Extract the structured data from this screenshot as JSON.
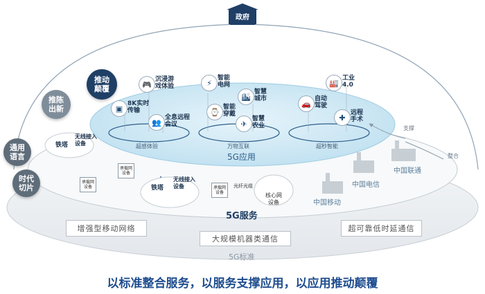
{
  "government": "政府",
  "side_labels": {
    "disrupt": "推动颠覆",
    "renew": "推陈出新",
    "common_lang": "通用语言",
    "era": "时代切片"
  },
  "apps": {
    "vr_game": "沉浸游戏体验",
    "smart_grid": "智能电网",
    "smart_city": "智慧城市",
    "industry40": "工业4.0",
    "video8k": "8K实时传输",
    "holo_meeting": "全息远程会议",
    "smart_wear": "智能穿戴",
    "smart_agri": "智慧农业",
    "auto_drive": "自动驾驶",
    "remote_surgery": "远程手术"
  },
  "rings": {
    "ultra_sense": "超感体验",
    "iot": "万物互联",
    "ultra_fast": "超秒智能"
  },
  "layers": {
    "app": "5G应用",
    "service": "5G服务",
    "standard": "5G标准"
  },
  "service_items": {
    "tower1": "铁塔",
    "wireless1": "无线接入设备",
    "cpe1": "承载网设备",
    "cpe2": "承载网设备",
    "tower2": "铁塔",
    "wireless2": "无线接入设备",
    "cpe3": "承载网设备",
    "fiber": "光纤光缆",
    "core": "核心网设备"
  },
  "operators": {
    "mobile": "中国移动",
    "telecom": "中国电信",
    "unicom": "中国联通"
  },
  "arrows": {
    "support": "支撑",
    "integrate": "整合"
  },
  "standards": {
    "embb": "增强型移动网络",
    "mmtc": "大规模机器类通信",
    "urllc": "超可靠低时延通信"
  },
  "slogan": "以标准整合服务，以服务支撑应用，以应用推动颠覆",
  "colors": {
    "navy": "#1f3f66",
    "blue": "#2e6aa8",
    "teal": "#3d8ab0",
    "light": "#d8ecf6",
    "slogan": "#1f4d8f"
  }
}
